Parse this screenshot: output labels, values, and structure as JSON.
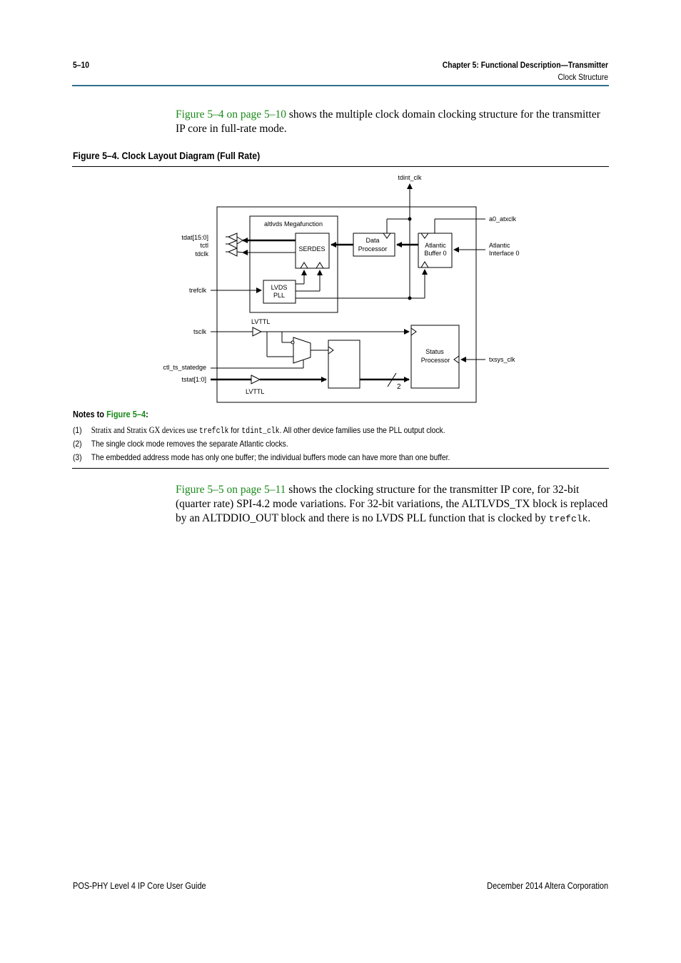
{
  "header": {
    "page_number": "5–10",
    "chapter": "Chapter 5:  Functional Description—Transmitter",
    "section": "Clock Structure"
  },
  "intro": {
    "link": "Figure 5–4 on page 5–10",
    "text_after": " shows the multiple clock domain clocking structure for the transmitter IP core in full-rate mode."
  },
  "figure": {
    "title": "Figure 5–4.  Clock Layout Diagram (Full Rate)",
    "labels": {
      "tdint_clk": "tdint_clk",
      "a0_atxclk": "a0_atxclk",
      "megafunction": "altlvds Megafunction",
      "serdes": "SERDES",
      "data_processor_1": "Data",
      "data_processor_2": "Processor",
      "atlantic_buffer_1": "Atlantic",
      "atlantic_buffer_2": "Buffer 0",
      "atlantic_interface_1": "Atlantic",
      "atlantic_interface_2": "Interface 0",
      "lvds_pll_1": "LVDS",
      "lvds_pll_2": "PLL",
      "tdat": "tdat[15:0]",
      "tctl": "tctl",
      "tdclk": "tdclk",
      "trefclk": "trefclk",
      "tsclk": "tsclk",
      "lvttl_top": "LVTTL",
      "lvttl_bottom": "LVTTL",
      "status_processor_1": "Status",
      "status_processor_2": "Processor",
      "txsys_clk": "txsys_clk",
      "ctl_ts_statedge": "ctl_ts_statedge",
      "tstat": "tstat[1:0]",
      "bus_width": "2"
    }
  },
  "notes": {
    "title_prefix": "Notes to ",
    "title_link": "Figure 5–4",
    "title_suffix": ":",
    "items": [
      {
        "num": "(1)",
        "part1": "Stratix and Stratix GX devices use ",
        "code1": "trefclk",
        "part2": " for ",
        "code2": "tdint_clk",
        "part3": ". All other device families use the PLL output clock."
      },
      {
        "num": "(2)",
        "text": "The single clock mode removes the separate Atlantic clocks."
      },
      {
        "num": "(3)",
        "text": "The embedded address mode has only one buffer; the individual buffers mode can have more than one buffer."
      }
    ]
  },
  "body2": {
    "link": "Figure 5–5 on page 5–11",
    "text_after": " shows the clocking structure for the transmitter IP core, for 32-bit (quarter rate) SPI-4.2 mode variations. For 32-bit variations, the ALTLVDS_TX block is replaced by an ALTDDIO_OUT block and there is no LVDS PLL function that is clocked by ",
    "code": "trefclk",
    "end": "."
  },
  "footer": {
    "left": "POS-PHY Level 4 IP Core User Guide",
    "right": "December 2014    Altera Corporation"
  }
}
